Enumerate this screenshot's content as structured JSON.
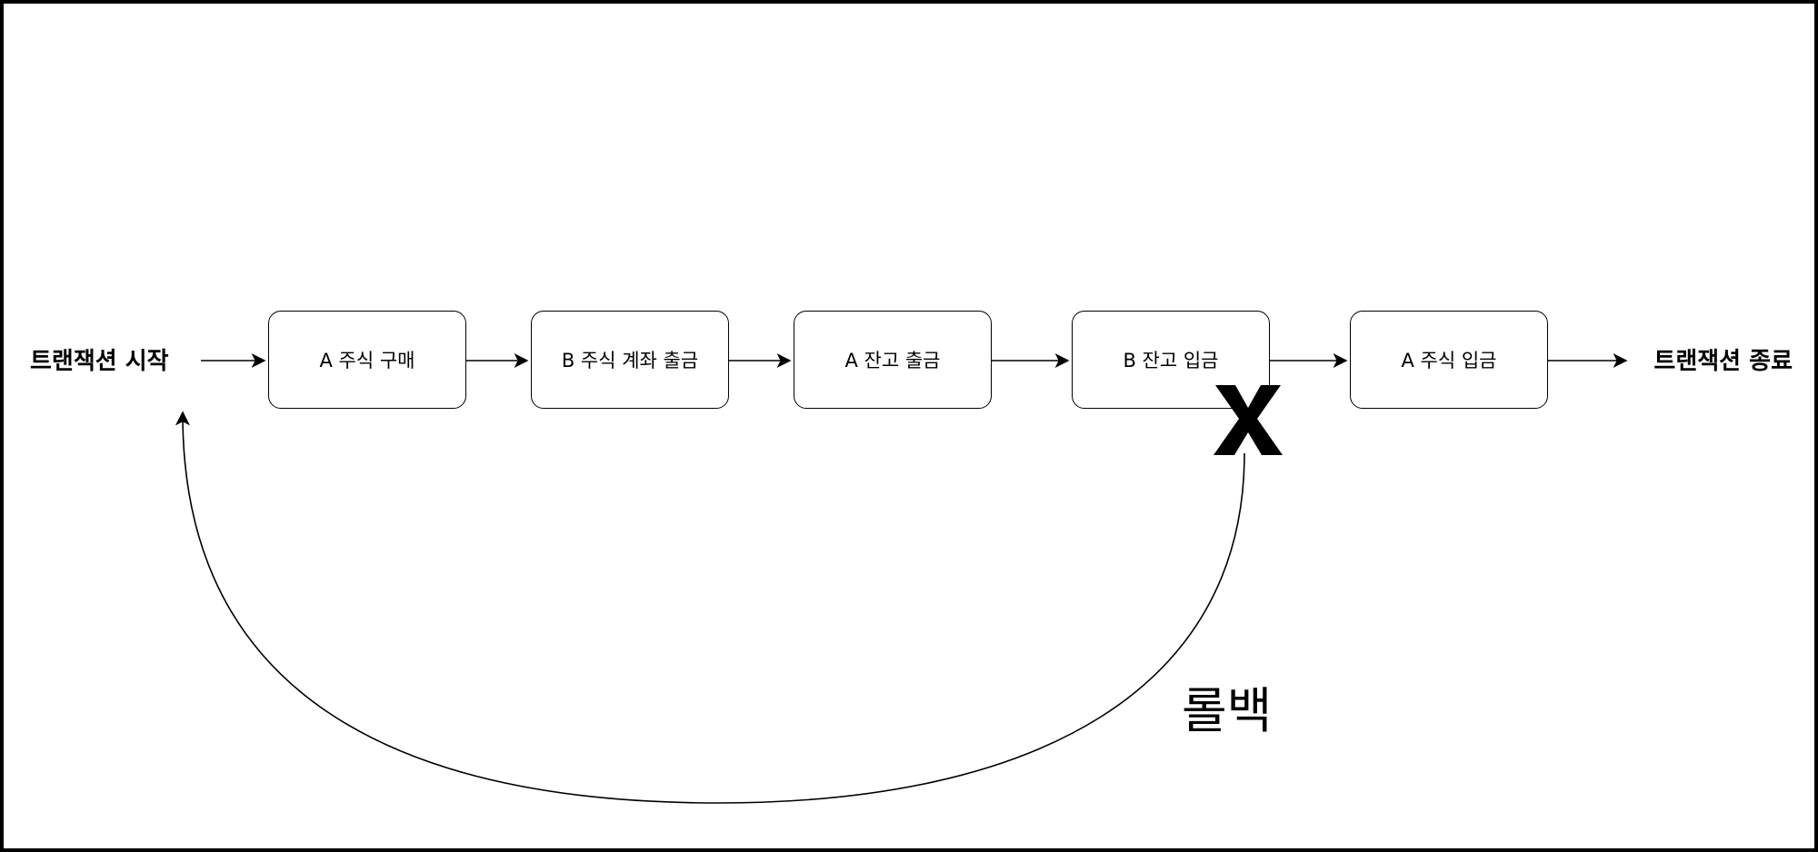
{
  "diagram": {
    "start_label": "트랜잭션 시작",
    "end_label": "트랜잭션 종료",
    "steps": [
      {
        "label": "A 주식 구매"
      },
      {
        "label": "B 주식 계좌 출금"
      },
      {
        "label": "A 잔고 출금"
      },
      {
        "label": "B 잔고 입금"
      },
      {
        "label": "A 주식 입금"
      }
    ],
    "failed_step_index": 3,
    "rollback_label": "롤백",
    "stroke_color": "#000000",
    "background_color": "#ffffff"
  }
}
